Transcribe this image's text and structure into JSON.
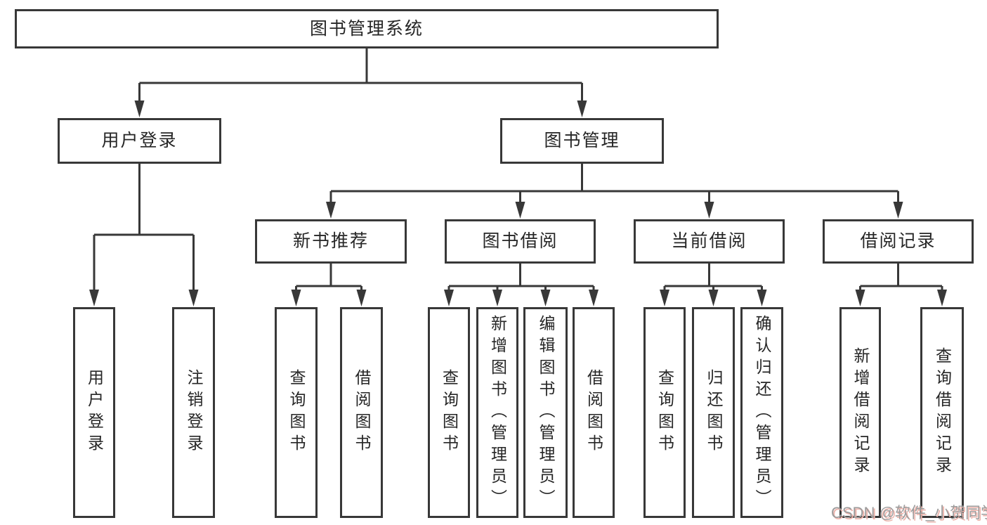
{
  "tree": {
    "label": "图书管理系统",
    "children": [
      {
        "label": "用户登录",
        "children": [
          {
            "label": "用户登录"
          },
          {
            "label": "注销登录"
          }
        ]
      },
      {
        "label": "图书管理",
        "children": [
          {
            "label": "新书推荐",
            "children": [
              {
                "label": "查询图书"
              },
              {
                "label": "借阅图书"
              }
            ]
          },
          {
            "label": "图书借阅",
            "children": [
              {
                "label": "查询图书"
              },
              {
                "label": "新增图书（管理员）"
              },
              {
                "label": "编辑图书（管理员）"
              },
              {
                "label": "借阅图书"
              }
            ]
          },
          {
            "label": "当前借阅",
            "children": [
              {
                "label": "查询图书"
              },
              {
                "label": "归还图书"
              },
              {
                "label": "确认归还（管理员）"
              }
            ]
          },
          {
            "label": "借阅记录",
            "children": [
              {
                "label": "新增借阅记录"
              },
              {
                "label": "查询借阅记录"
              }
            ]
          }
        ]
      }
    ]
  },
  "watermark": {
    "text": "CSDN @软件_小贺同学"
  },
  "colors": {
    "background": "#ffffff",
    "line": "#383838",
    "box_border": "#383838",
    "text": "#262626",
    "watermark_gray": "#9c9c9c",
    "watermark_red_shadow": "#eeb4ac"
  }
}
